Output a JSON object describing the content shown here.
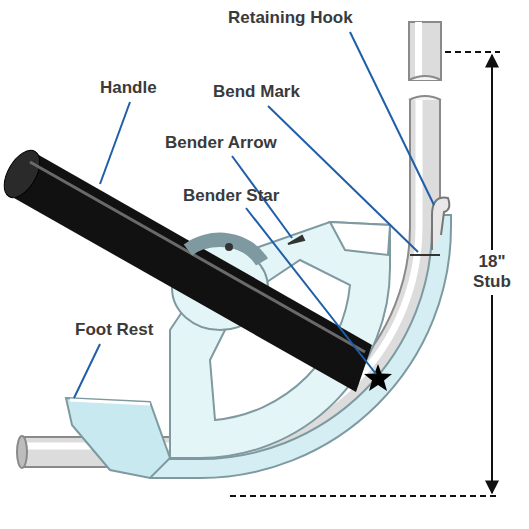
{
  "diagram": {
    "labels": [
      "Retaining Hook",
      "Handle",
      "Bend Mark",
      "Bender Arrow",
      "Bender Star",
      "Foot Rest",
      "18\" Stub"
    ]
  }
}
